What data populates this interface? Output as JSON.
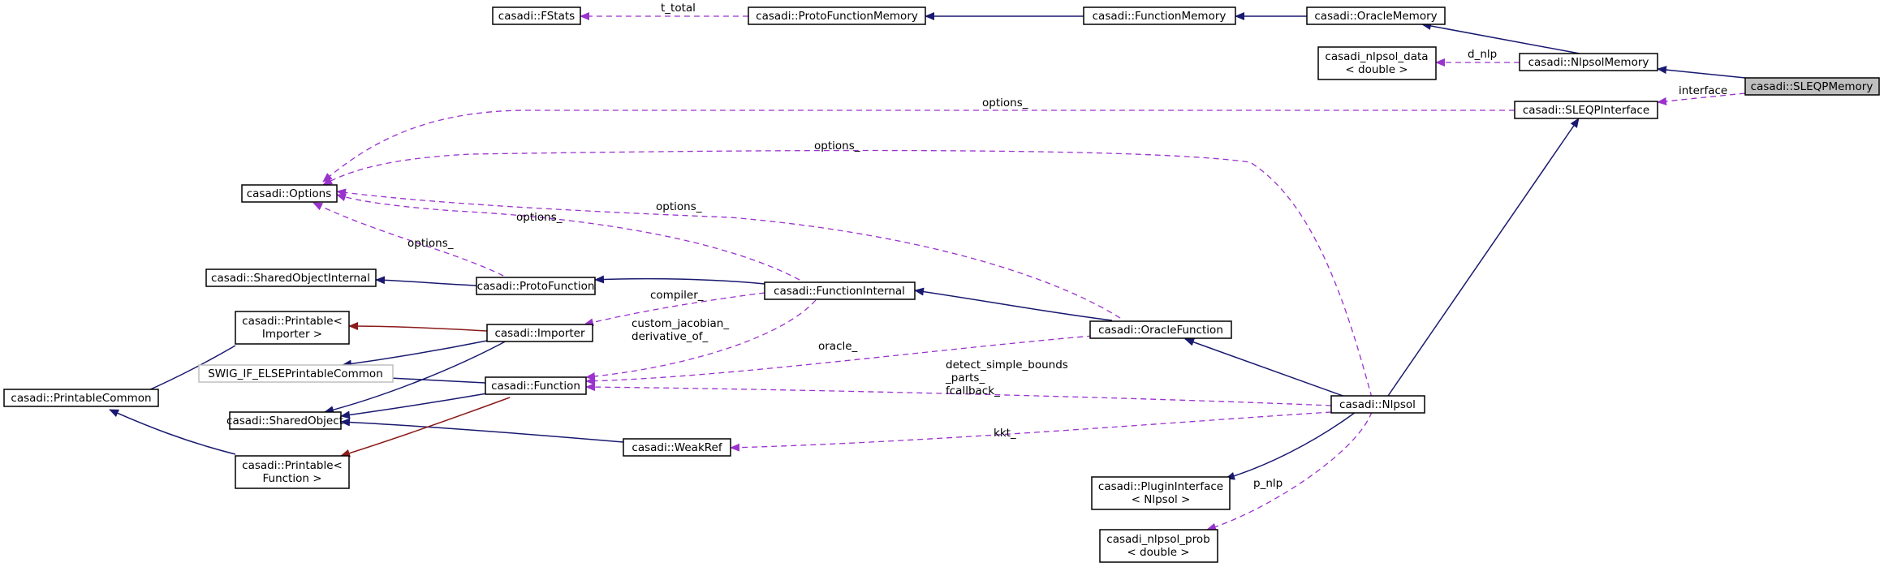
{
  "diagram": {
    "nodes": {
      "sleqp_memory": [
        "casadi::SLEQPMemory"
      ],
      "nlpsol_memory": [
        "casadi::NlpsolMemory"
      ],
      "oracle_memory": [
        "casadi::OracleMemory"
      ],
      "function_memory": [
        "casadi::FunctionMemory"
      ],
      "proto_function_memory": [
        "casadi::ProtoFunctionMemory"
      ],
      "fstats": [
        "casadi::FStats"
      ],
      "nlpsol_data": [
        "casadi_nlpsol_data",
        "< double >"
      ],
      "sleqp_interface": [
        "casadi::SLEQPInterface"
      ],
      "options": [
        "casadi::Options"
      ],
      "shared_object_internal": [
        "casadi::SharedObjectInternal"
      ],
      "proto_function": [
        "casadi::ProtoFunction"
      ],
      "function_internal": [
        "casadi::FunctionInternal"
      ],
      "printable_importer": [
        "casadi::Printable<",
        "Importer >"
      ],
      "importer": [
        "casadi::Importer"
      ],
      "oracle_function": [
        "casadi::OracleFunction"
      ],
      "swig_printable_common": [
        "SWIG_IF_ELSEPrintableCommon"
      ],
      "function": [
        "casadi::Function"
      ],
      "printable_common": [
        "casadi::PrintableCommon"
      ],
      "shared_object": [
        "casadi::SharedObject"
      ],
      "nlpsol": [
        "casadi::Nlpsol"
      ],
      "weak_ref": [
        "casadi::WeakRef"
      ],
      "printable_function": [
        "casadi::Printable<",
        "Function >"
      ],
      "plugin_interface": [
        "casadi::PluginInterface",
        "< Nlpsol >"
      ],
      "nlpsol_prob": [
        "casadi_nlpsol_prob",
        "< double >"
      ]
    },
    "edge_labels": {
      "t_total": [
        "t_total"
      ],
      "d_nlp": [
        "d_nlp"
      ],
      "interface": [
        "interface"
      ],
      "options_sleqp": [
        "options_"
      ],
      "options_nlpsol": [
        "options_"
      ],
      "options_oracle_function": [
        "options_"
      ],
      "options_function_internal": [
        "options_"
      ],
      "options_proto_function": [
        "options_"
      ],
      "compiler": [
        "compiler_"
      ],
      "custom_jacobian": [
        "custom_jacobian_",
        "derivative_of_"
      ],
      "oracle": [
        "oracle_"
      ],
      "detect_simple_bounds": [
        "detect_simple_bounds",
        "_parts_",
        "fcallback_"
      ],
      "kkt": [
        "kkt_"
      ],
      "p_nlp": [
        "p_nlp"
      ]
    }
  }
}
